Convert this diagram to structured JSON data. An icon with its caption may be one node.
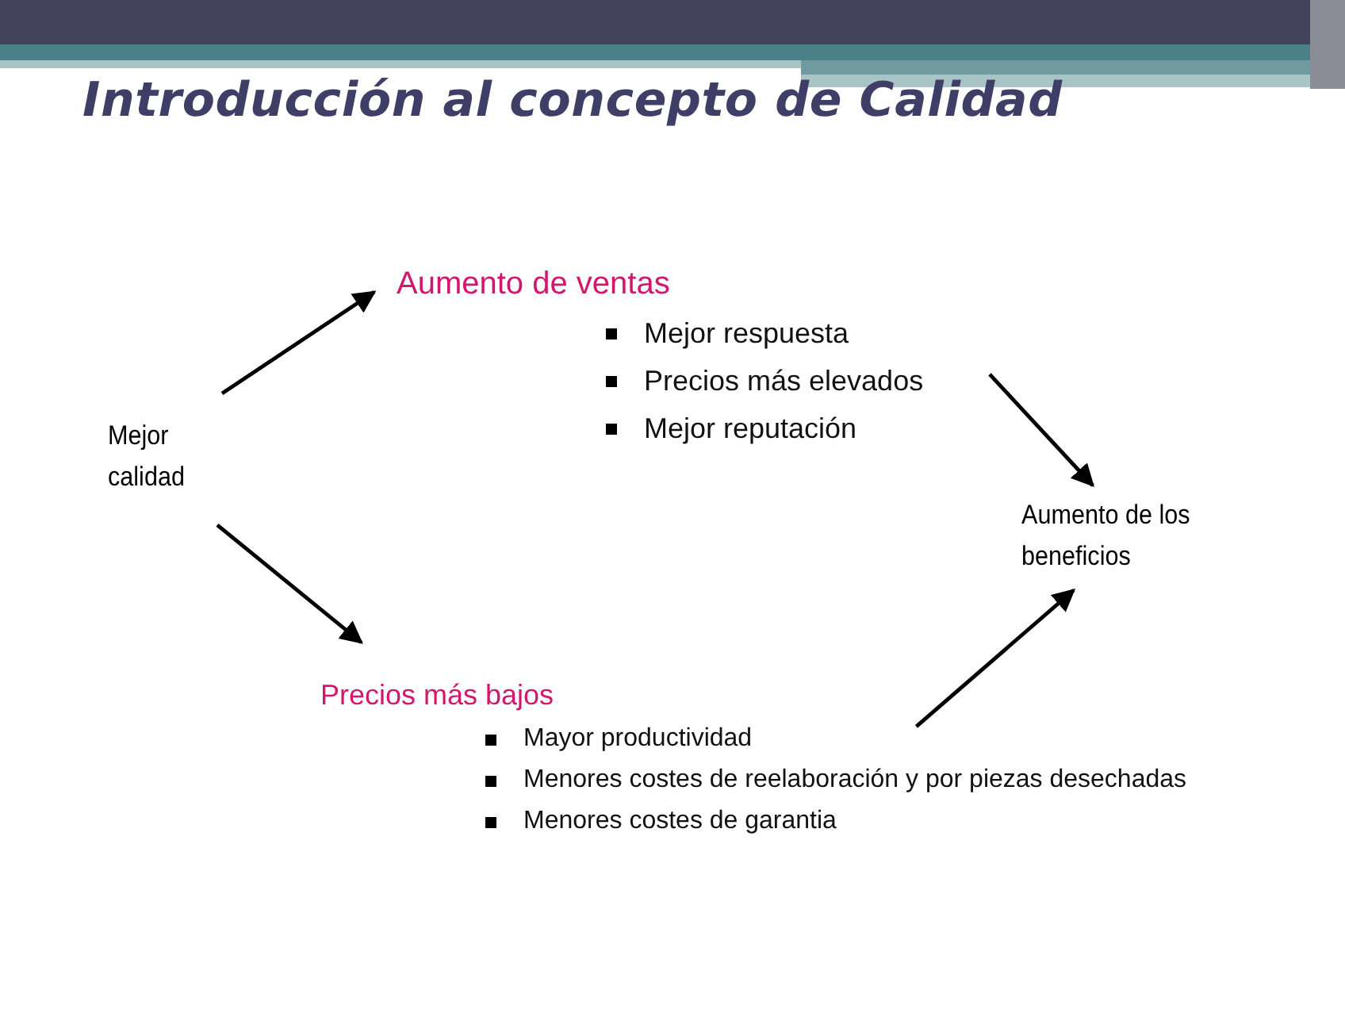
{
  "diagram": {
    "title": "Introducción al concepto de Calidad",
    "nodes": [
      {
        "text": [
          "Mejor calidad"
        ]
      },
      {
        "text": [
          "Aumento de ventas",
          "Mejor respuesta",
          "Precios más elevados",
          "Mejor reputación"
        ]
      },
      {
        "text": [
          "Aumento de los beneficios"
        ]
      },
      {
        "text": [
          "Precios más bajos",
          "Mayor productividad",
          "Menores costes de reelaboración y por piezas desechadas",
          "Menores costes de garantia"
        ]
      }
    ],
    "edges": [
      {
        "from": 0,
        "to": 1,
        "arrow": "to"
      },
      {
        "from": 0,
        "to": 3,
        "arrow": "to"
      },
      {
        "from": 1,
        "to": 2,
        "arrow": "to"
      },
      {
        "from": 3,
        "to": 2,
        "arrow": "to"
      }
    ]
  }
}
